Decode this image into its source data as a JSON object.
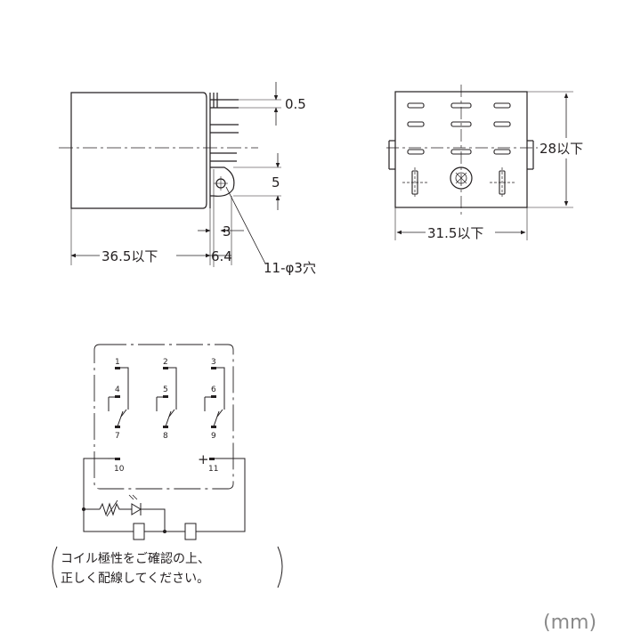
{
  "side_view": {
    "dims": {
      "pin_width": "0.5",
      "pin_pitch": "5",
      "hole_offset": "3",
      "body_length": "36.5以下",
      "terminal_length": "6.4",
      "hole_spec": "11-φ3穴"
    }
  },
  "bottom_view": {
    "height": "28以下",
    "width": "31.5以下"
  },
  "schematic": {
    "pins": [
      "1",
      "2",
      "3",
      "4",
      "5",
      "6",
      "7",
      "8",
      "9",
      "10",
      "11"
    ],
    "polarity_plus": "+",
    "polarity_minus": "−",
    "note_line1": "コイル極性をご確認の上、",
    "note_line2": "正しく配線してください。"
  },
  "units": "(mm)"
}
